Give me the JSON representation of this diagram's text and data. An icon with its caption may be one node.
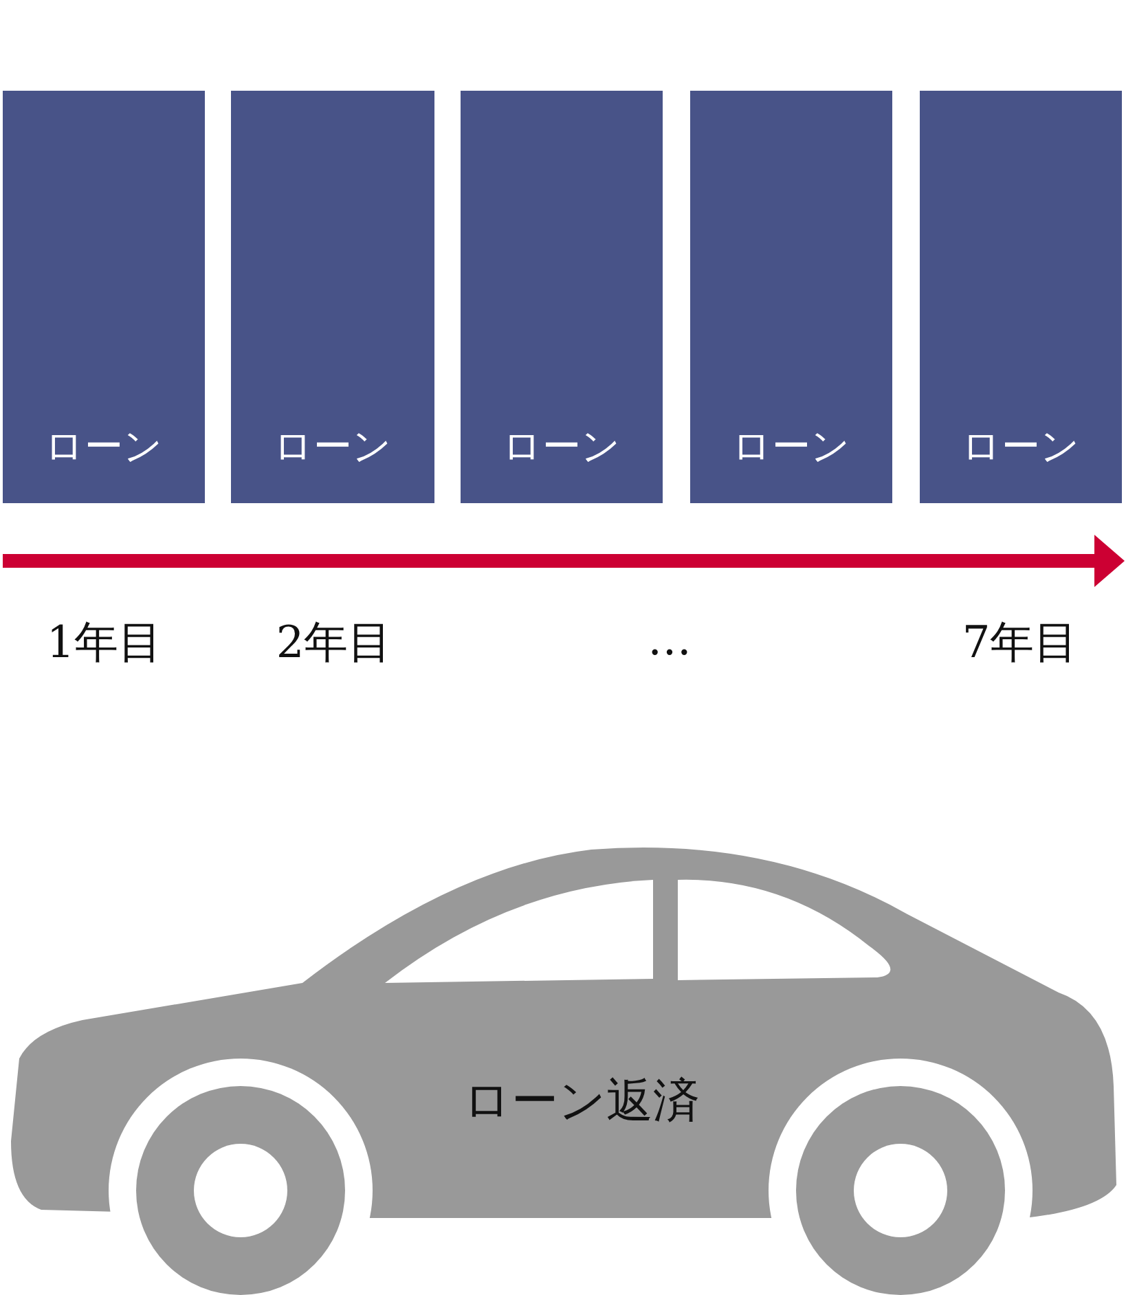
{
  "diagram": {
    "nodes": [
      {
        "text": [
          "ローン"
        ]
      },
      {
        "text": [
          "ローン"
        ]
      },
      {
        "text": [
          "ローン"
        ]
      },
      {
        "text": [
          "ローン"
        ]
      },
      {
        "text": [
          "ローン"
        ]
      },
      {
        "text": [
          "ローン返済"
        ]
      }
    ],
    "labels": [
      "1年目",
      "2年目",
      "…",
      "7年目"
    ]
  }
}
